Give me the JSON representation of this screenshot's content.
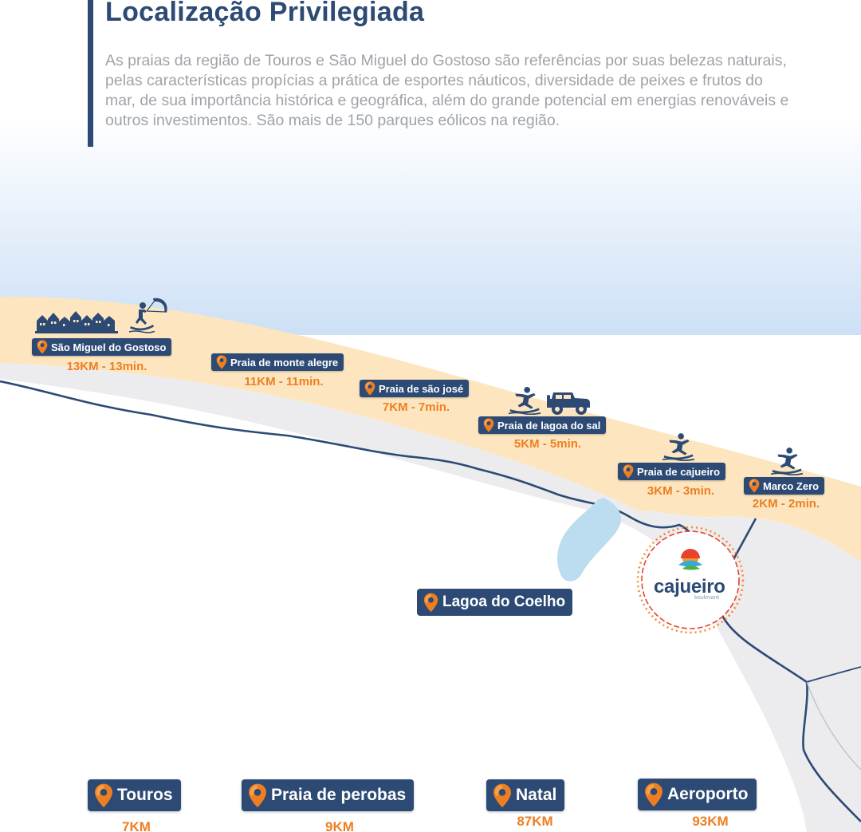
{
  "header": {
    "title": "Localização Privilegiada",
    "intro": "As praias da região de Touros e São Miguel do Gostoso são referências por suas belezas naturais, pelas características propícias a prática de esportes náuticos, diversidade de peixes e frutos do mar, de sua importância histórica e geográfica, além do grande potencial em energias renováveis e outros investimentos. São mais de 150 parques eólicos na região."
  },
  "colors": {
    "navy": "#2c4a74",
    "orange": "#ee7e22",
    "sand": "#fde6bf",
    "ocean": "#cfe2f6",
    "land": "#ececef",
    "lagoon": "#bcdcef"
  },
  "beaches": [
    {
      "name": "São Miguel do Gostoso",
      "distance": "13KM - 13min."
    },
    {
      "name": "Praia de monte alegre",
      "distance": "11KM - 11min."
    },
    {
      "name": "Praia de são josé",
      "distance": "7KM - 7min."
    },
    {
      "name": "Praia de lagoa do sal",
      "distance": "5KM - 5min."
    },
    {
      "name": "Praia de cajueiro",
      "distance": "3KM - 3min."
    },
    {
      "name": "Marco Zero",
      "distance": "2KM - 2min."
    }
  ],
  "lagoon": {
    "name": "Lagoa do Coelho"
  },
  "logo": {
    "name": "cajueiro",
    "sub": "boulevard"
  },
  "destinations": [
    {
      "name": "Touros",
      "distance": "7KM"
    },
    {
      "name": "Praia de perobas",
      "distance": "9KM"
    },
    {
      "name": "Natal",
      "distance": "87KM"
    },
    {
      "name": "Aeroporto",
      "distance": "93KM"
    }
  ],
  "icons": [
    "pin-icon",
    "houses-icon",
    "kitesurfer-icon",
    "surfer-icon",
    "jeep-icon"
  ]
}
